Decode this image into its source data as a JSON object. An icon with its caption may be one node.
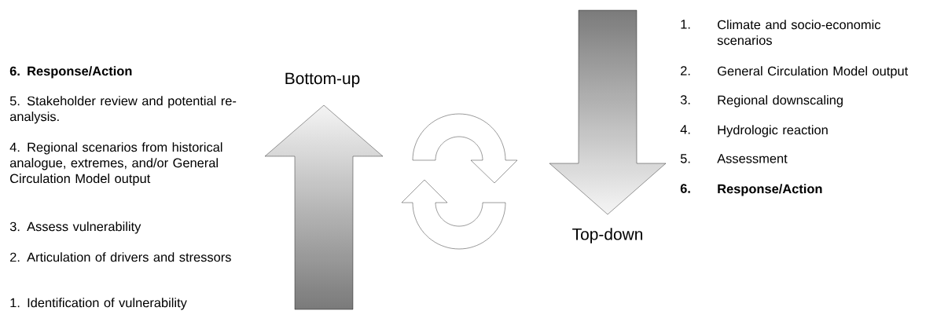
{
  "diagram": {
    "nodes": [
      {
        "text": [
          "Bottom-up"
        ]
      },
      {
        "text": [
          "Top-down"
        ]
      }
    ],
    "edges": [
      {
        "from": 0,
        "to": 1,
        "arrow": "to"
      },
      {
        "from": 1,
        "to": 0,
        "arrow": "to"
      }
    ],
    "labels": [
      "6. Response/Action",
      "5. Stakeholder review and potential re-analysis.",
      "4. Regional scenarios from historical analogue, extremes, and/or General Circulation Model output",
      "3. Assess vulnerability",
      "2. Articulation of drivers and stressors",
      "1. Identification of vulnerability",
      "1.",
      "Climate and socio-economic scenarios",
      "2.",
      "General Circulation Model output",
      "3.",
      "Regional downscaling",
      "4.",
      "Hydrologic reaction",
      "5.",
      "Assessment",
      "6.",
      "Response/Action"
    ]
  }
}
